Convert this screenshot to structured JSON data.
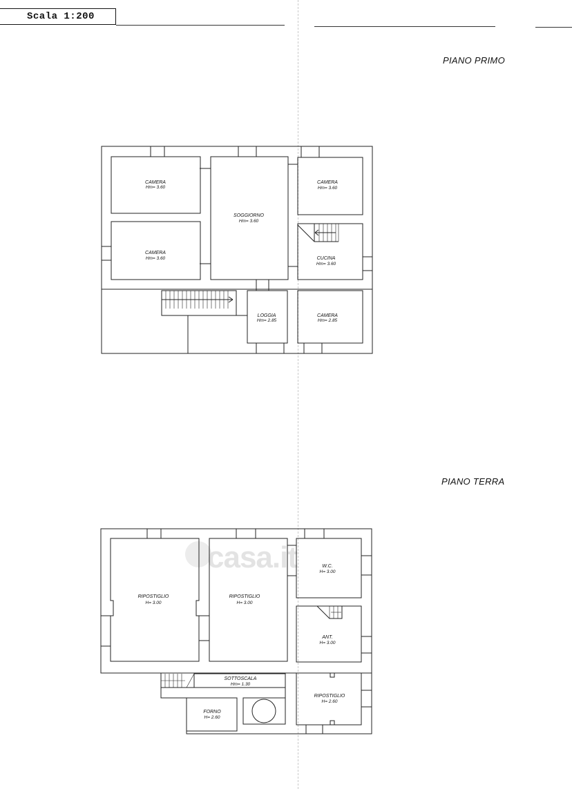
{
  "scale_label": "Scala 1:200",
  "floors": {
    "upper": {
      "title": "PIANO PRIMO",
      "rooms": [
        {
          "name": "CAMERA",
          "height": "Hm= 3.60"
        },
        {
          "name": "SOGGIORNO",
          "height": "Hm= 3.60"
        },
        {
          "name": "CAMERA",
          "height": "Hm= 3.60"
        },
        {
          "name": "CAMERA",
          "height": "Hm= 3.60"
        },
        {
          "name": "CUCINA",
          "height": "Hm= 3.60"
        },
        {
          "name": "LOGGIA",
          "height": "Hm= 2.85"
        },
        {
          "name": "CAMERA",
          "height": "Hm= 2.85"
        }
      ]
    },
    "ground": {
      "title": "PIANO TERRA",
      "rooms": [
        {
          "name": "RIPOSTIGLIO",
          "height": "H= 3.00"
        },
        {
          "name": "RIPOSTIGLIO",
          "height": "H= 3.00"
        },
        {
          "name": "W.C.",
          "height": "H= 3.00"
        },
        {
          "name": "ANT.",
          "height": "H= 3.00"
        },
        {
          "name": "SOTTOSCALA",
          "height": "Hm= 1.30"
        },
        {
          "name": "FORNO",
          "height": "H= 2.60"
        },
        {
          "name": "RIPOSTIGLIO",
          "height": "H= 2.60"
        }
      ]
    }
  },
  "watermark": "casa.it"
}
